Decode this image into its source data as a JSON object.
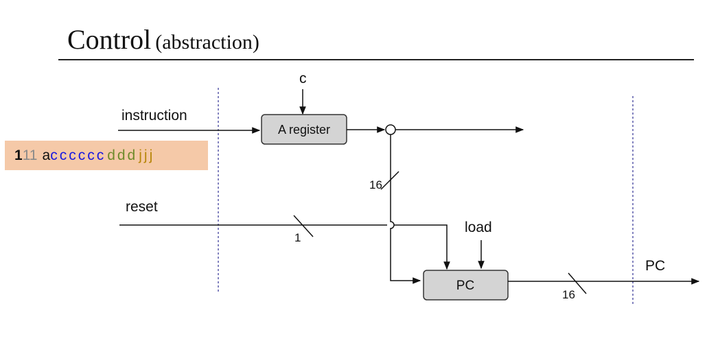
{
  "title": {
    "main": "Control",
    "sub": "(abstraction)"
  },
  "encoding": {
    "op_first": "1",
    "op_rest": "11",
    "a_bit": "a",
    "c_bits": "cccccc",
    "d_bits": "ddd",
    "j_bits": "jjj"
  },
  "labels": {
    "instruction": "instruction",
    "reset": "reset",
    "c": "c",
    "load": "load",
    "pc_out": "PC",
    "bus_16_a": "16",
    "bus_1": "1",
    "bus_16_b": "16"
  },
  "boxes": {
    "a_register": "A register",
    "pc": "PC"
  },
  "colors": {
    "box_fill": "#d4d4d4",
    "encoding_bg": "#f5c9a8",
    "boundary_line": "#5a5aaa"
  }
}
